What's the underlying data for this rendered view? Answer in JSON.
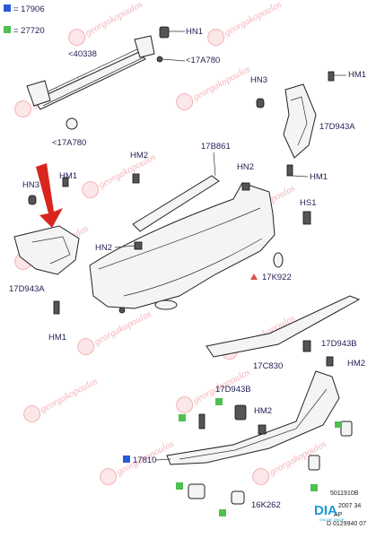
{
  "legend": [
    {
      "code": "= 17906",
      "color": "#2a5bd7"
    },
    {
      "code": "= 27720",
      "color": "#4ec04e"
    }
  ],
  "labels": {
    "hn1_top": "HN1",
    "p40338": "<40338",
    "p17a780_top": "<17A780",
    "p17a780_left": "<17A780",
    "hn3_right": "HN3",
    "hm1_right": "HM1",
    "p17d943a_right": "17D943A",
    "hm1_right2": "HM1",
    "p17b861": "17B861",
    "hm2_top": "HM2",
    "hn2_top": "HN2",
    "hs1": "HS1",
    "hm1_left": "HM1",
    "hn3_left": "HN3",
    "p17d943a_left": "17D943A",
    "hm1_left_bottom": "HM1",
    "hn2_mid": "HN2",
    "p17k922": "17K922",
    "p17d943b_right": "17D943B",
    "hm2_right": "HM2",
    "p17c830": "17C830",
    "p17d943b_bottom": "17D943B",
    "hm2_bottom": "HM2",
    "p17810": "17810",
    "p16k262": "16K262"
  },
  "watermark": "georgakopoulos",
  "codes": {
    "line1": "5011910B",
    "line2": "2007 34",
    "line3": "AP",
    "line4": "D 0129940 07"
  },
  "logo": {
    "text": "DIA",
    "sub": "ONLINE SHOP"
  }
}
